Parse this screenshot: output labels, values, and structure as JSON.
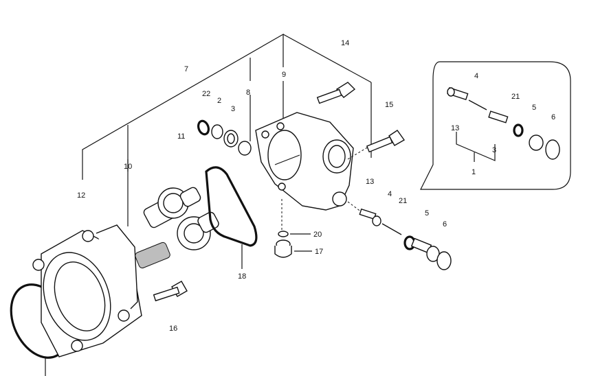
{
  "labels": {
    "l1": "1",
    "l2": "2",
    "l3": "3",
    "l4": "4",
    "l5": "5",
    "l6": "6",
    "l7": "7",
    "l8": "8",
    "l9": "9",
    "l10": "10",
    "l11": "11",
    "l12": "12",
    "l13": "13",
    "l14": "14",
    "l15": "15",
    "l16": "16",
    "l17": "17",
    "l18": "18",
    "l20": "20",
    "l21": "21",
    "l22": "22",
    "inset_1": "1",
    "inset_3": "3",
    "inset_4": "4",
    "inset_5": "5",
    "inset_6": "6",
    "inset_13": "13",
    "inset_21": "21"
  }
}
